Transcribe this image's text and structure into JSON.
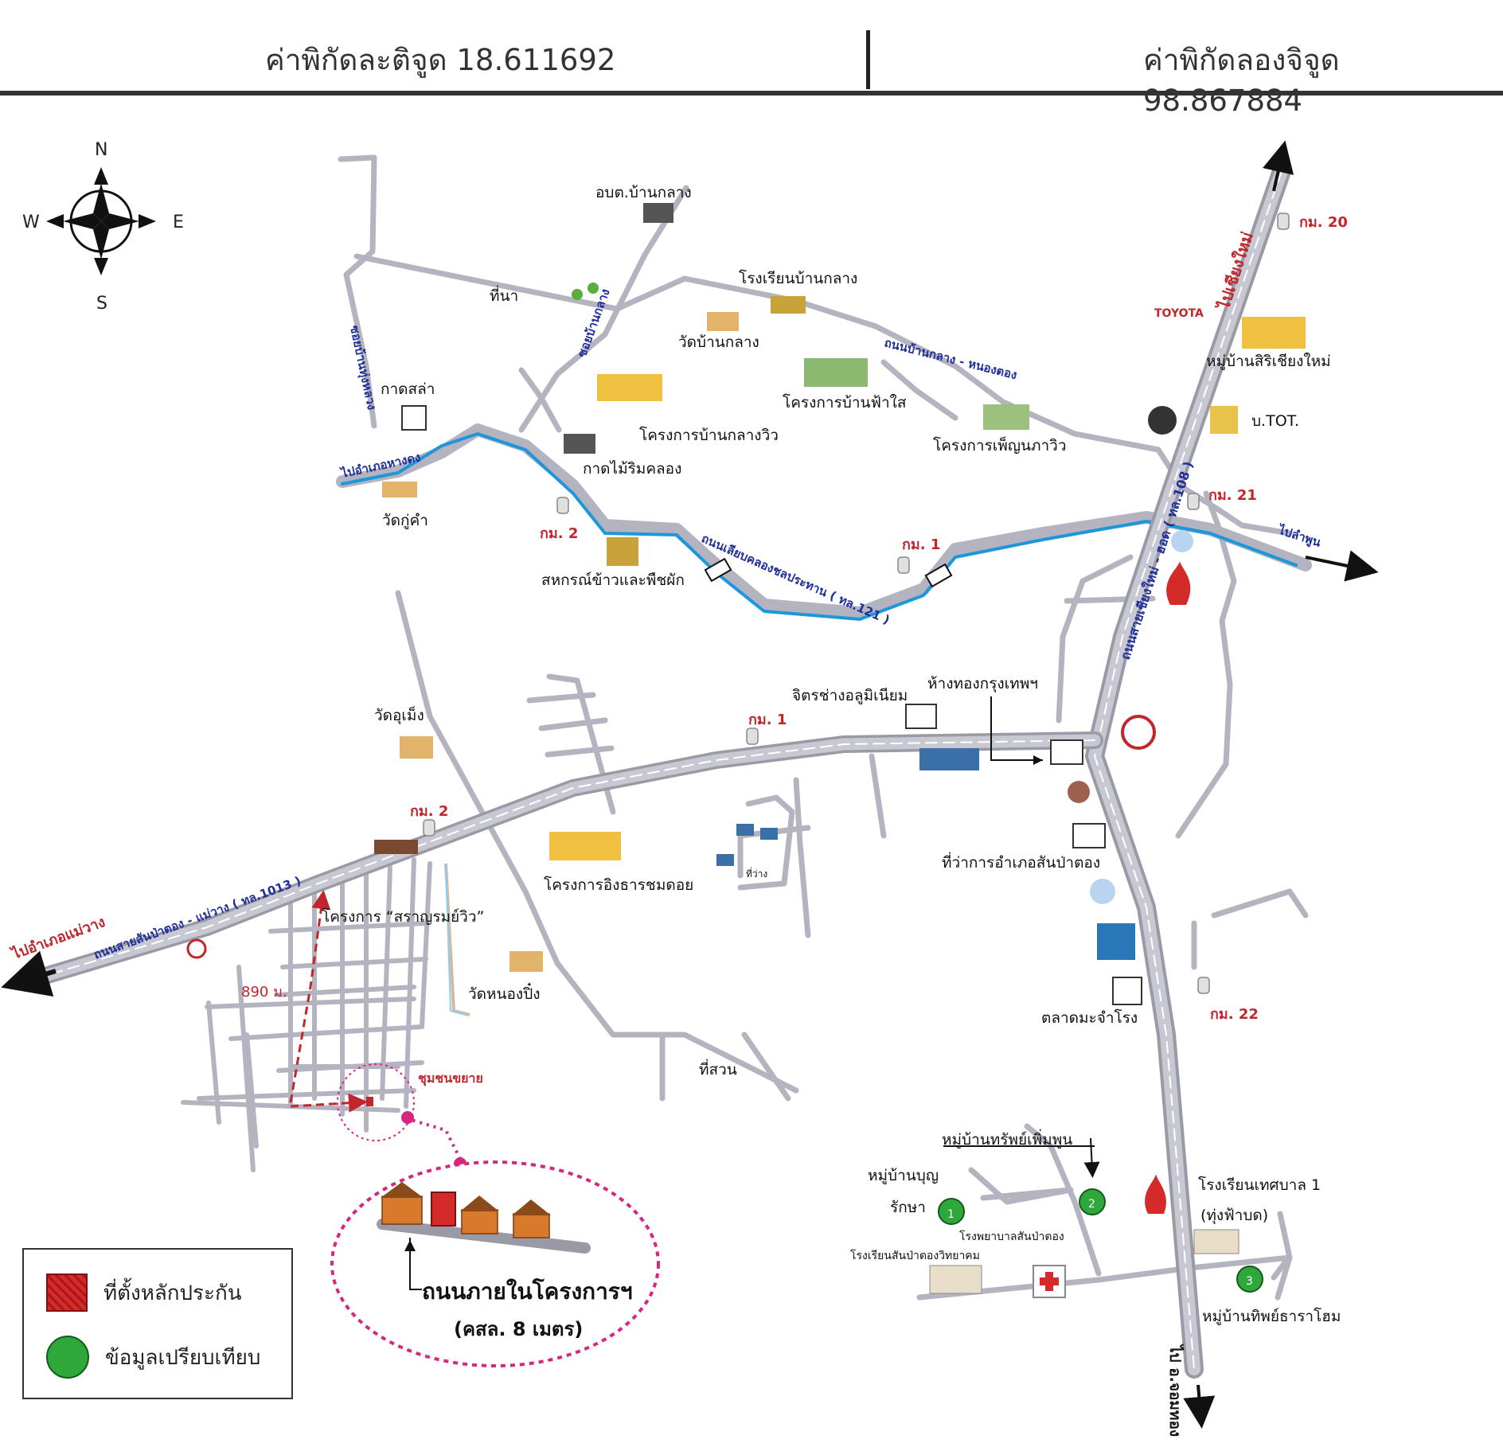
{
  "header": {
    "latitude": "ค่าพิกัดละติจูด 18.611692",
    "longitude": "ค่าพิกัดลองจิจูด 98.867884"
  },
  "compass": {
    "north": "N",
    "south": "S",
    "east": "E",
    "west": "W"
  },
  "places": {
    "obt": "อบต.บ้านกลาง",
    "school_banklang": "โรงเรียนบ้านกลาง",
    "rice_field": "ที่นา",
    "wat_banklang": "วัดบ้านกลาง",
    "kad_sala": "กาดสล่า",
    "proj_banklang_view": "โครงการบ้านกลางวิว",
    "proj_banfahsai": "โครงการบ้านฟ้าใส",
    "proj_phunphuview": "โครงการเพ็ญนภาวิว",
    "kad_mai": "กาดไม้ริมคลอง",
    "wat_kukham": "วัดกู่คำ",
    "toyota": "TOYOTA",
    "village_siri": "หมู่บ้านสิริเชียงใหม่",
    "tot": "บ.TOT.",
    "coop": "สหกรณ์ข้าวและพืชผัก",
    "aluminium": "จิตรช่างอลูมิเนียม",
    "gold_shop": "ห้างทองกรุงเทพฯ",
    "wat_umueng": "วัดอุเม็ง",
    "proj_ingtharn": "โครงการอิงธารชมดอย",
    "district_office": "ที่ว่าการอำเภอสันป่าตอง",
    "vacant": "ที่ว่าง",
    "project_saran": "โครงการ “สราญรมย์วิว”",
    "wat_nongping": "วัดหนองปิ๋ง",
    "distance": "890 ม.",
    "market": "ตลาดมะจำโรง",
    "garden": "ที่สวน",
    "village_sap": "หมู่บ้านทรัพย์เพิ่มพูน",
    "village_boon": "หมู่บ้านบุญ",
    "village_boon2": "รักษา",
    "hospital": "โรงพยาบาลสันป่าตอง",
    "school_sanpatong": "โรงเรียนสันป่าตองวิทยาคม",
    "school_municipal": "โรงเรียนเทศบาล 1",
    "school_municipal2": "(ทุ่งฟ้าบด)",
    "village_thip": "หมู่บ้านทิพย์ธาราโฮม",
    "community": "ชุมชนขยาย"
  },
  "km_markers": {
    "km20": "กม. 20",
    "km21": "กม. 21",
    "km22": "กม. 22",
    "km1_canal": "กม. 1",
    "km2_canal": "กม. 2",
    "km1_road": "กม. 1",
    "km2_road": "กม. 2"
  },
  "roads": {
    "to_chiangmai": "ไปเชียงใหม่",
    "to_hangdong": "ไปอำเภอหางดง",
    "to_lamphun": "ไปลำพูน",
    "to_maewang": "ไปอำเภอแม่วาง",
    "to_chomthong": "ไป อ.จอมทอง",
    "hw108": "ถนนสายเชียงใหม่ - ฮอด ( ทล.108 )",
    "canal_road": "ถนนเลียบคลองชลประทาน ( ทล.121 )",
    "maewang_road": "ถนนสายสันป่าตอง - แม่วาง ( ทล.1013 )",
    "banklang_road": "ถนนบ้านกลาง - หนองตอง",
    "soi_banklang": "ซอยบ้านกลาง",
    "soi_banpa": "ซอยบ้านทุ่งหลวง"
  },
  "inset": {
    "road_label": "ถนนภายในโครงการฯ",
    "road_width": "(คสล. 8 เมตร)"
  },
  "legend": {
    "collateral": "ที่ตั้งหลักประกัน",
    "comparison": "ข้อมูลเปรียบเทียบ"
  },
  "comparison_points": [
    "1",
    "2",
    "3"
  ],
  "colors": {
    "road_fill": "#bdbdc8",
    "canal": "#1e96dc",
    "collateral_red": "#d42a2a",
    "comparison_green": "#2fa83b",
    "route_pink": "#d6267f",
    "road_label_blue": "#1f2f9a",
    "km_red": "#c0262c"
  }
}
